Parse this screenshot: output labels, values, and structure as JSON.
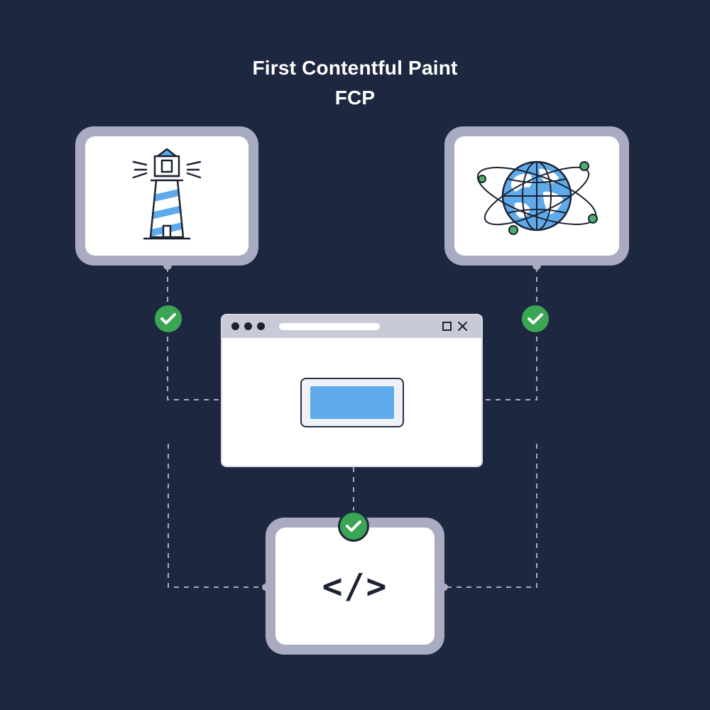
{
  "title": {
    "line1": "First Contentful Paint",
    "line2": "FCP"
  },
  "cards": {
    "lighthouse": {
      "icon": "lighthouse-icon"
    },
    "globe": {
      "icon": "globe-network-icon"
    },
    "code": {
      "glyph": "</>"
    }
  },
  "browser": {
    "controls": [
      "traffic-dots",
      "maximize-icon",
      "close-icon"
    ]
  },
  "colors": {
    "background": "#1d2740",
    "card_frame": "#a9acc0",
    "accent_blue": "#5eaaea",
    "check_green": "#3aa552"
  }
}
